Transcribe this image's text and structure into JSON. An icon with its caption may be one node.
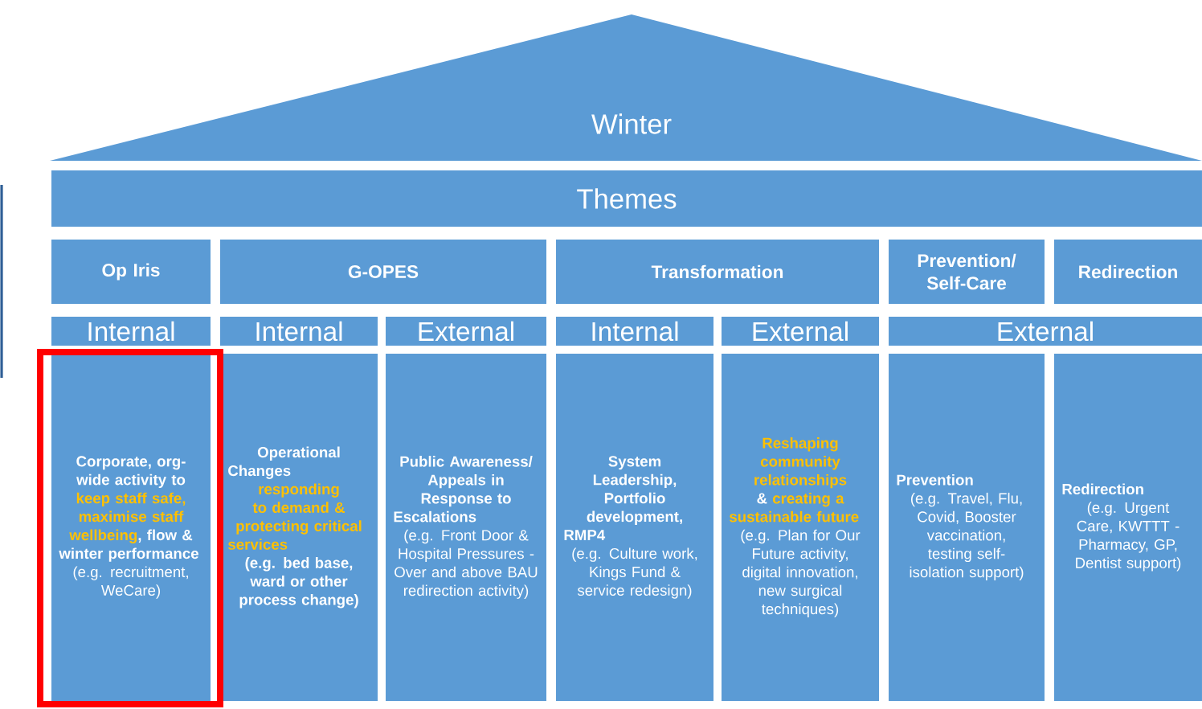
{
  "diagram": {
    "nodes": [
      {
        "text": [
          "Winter"
        ]
      },
      {
        "text": [
          "Themes"
        ]
      },
      {
        "text": [
          "Op Iris"
        ]
      },
      {
        "text": [
          "G-OPES"
        ]
      },
      {
        "text": [
          "Transformation"
        ]
      },
      {
        "text": [
          "Prevention/ Self-Care"
        ]
      },
      {
        "text": [
          "Redirection"
        ]
      },
      {
        "text": [
          "Internal"
        ]
      },
      {
        "text": [
          "Internal"
        ]
      },
      {
        "text": [
          "External"
        ]
      },
      {
        "text": [
          "Internal"
        ]
      },
      {
        "text": [
          "External"
        ]
      },
      {
        "text": [
          "External"
        ]
      },
      {
        "text": [
          "Corporate, org-wide activity to",
          "keep staff safe, maximise staff wellbeing",
          ", flow & winter performance",
          "(e.g. recruitment, WeCare)"
        ]
      },
      {
        "text": [
          "Operational Changes",
          "responding to demand & protecting critical services",
          "(e.g. bed base, ward or other process change)"
        ]
      },
      {
        "text": [
          "Public Awareness/ Appeals in Response to Escalations",
          "(e.g. Front Door & Hospital Pressures - Over and above BAU redirection activity)"
        ]
      },
      {
        "text": [
          "System Leadership, Portfolio development, RMP4",
          "(e.g. Culture work, Kings Fund & service redesign)"
        ]
      },
      {
        "text": [
          "Reshaping community relationships",
          "&",
          "creating a sustainable future",
          "(e.g. Plan for Our Future activity, digital innovation, new surgical techniques)"
        ]
      },
      {
        "text": [
          "Prevention",
          "(e.g. Travel, Flu, Covid, Booster vaccination, testing self-isolation support)"
        ]
      },
      {
        "text": [
          "Redirection",
          "(e.g. Urgent Care, KWTTT - Pharmacy, GP, Dentist support)"
        ]
      }
    ]
  }
}
